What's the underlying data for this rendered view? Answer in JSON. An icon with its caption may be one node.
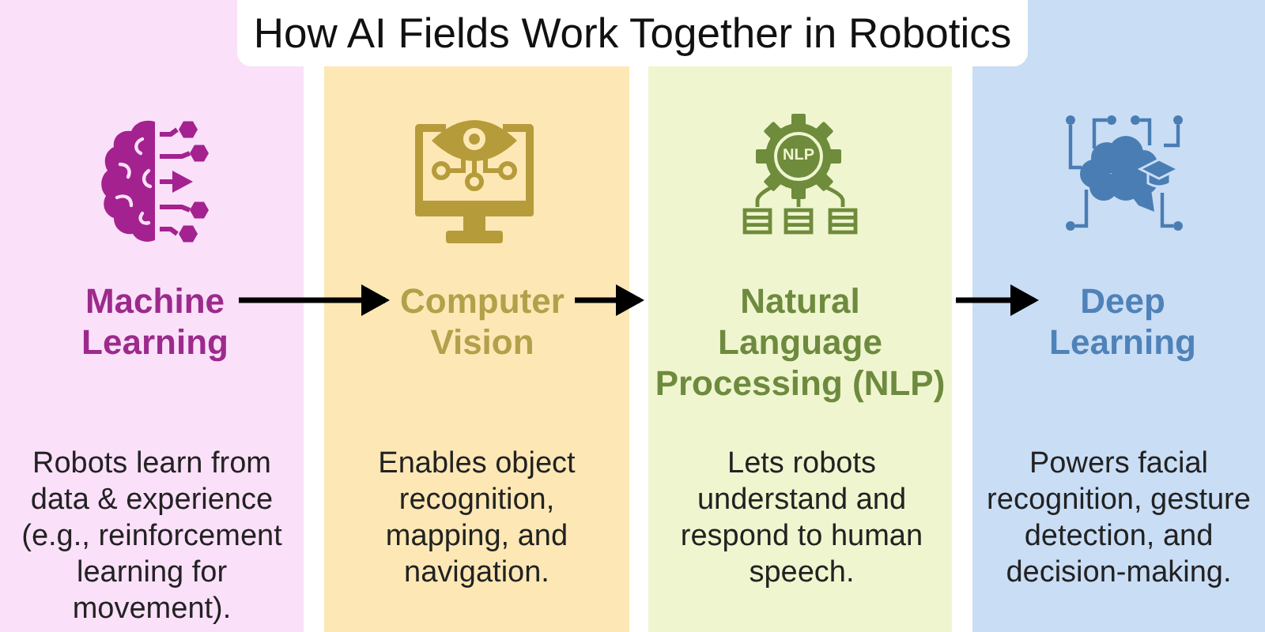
{
  "diagram": {
    "title": "How AI Fields Work Together in Robotics",
    "nodes": [
      {
        "text": [
          "Robots learn from data & experience (e.g., reinforcement learning for movement)."
        ]
      },
      {
        "text": [
          "Machine Learning"
        ],
        "in": 0
      },
      {
        "text": [
          "Enables object recognition, mapping, and navigation."
        ]
      },
      {
        "text": [
          "Computer Vision"
        ],
        "in": 2
      },
      {
        "text": [
          "Lets robots understand and respond to human speech."
        ]
      },
      {
        "text": [
          "Natural Language Processing (NLP)"
        ],
        "in": 4
      },
      {
        "text": [
          "Powers facial recognition, gesture detection, and decision-making."
        ]
      },
      {
        "text": [
          "Deep Learning"
        ],
        "in": 6
      }
    ],
    "edges": [
      {
        "from": 1,
        "to": 3,
        "arrow": "to"
      },
      {
        "from": 3,
        "to": 5,
        "arrow": "to"
      },
      {
        "from": 5,
        "to": 7,
        "arrow": "to"
      }
    ],
    "labels": [
      "NLP"
    ]
  }
}
